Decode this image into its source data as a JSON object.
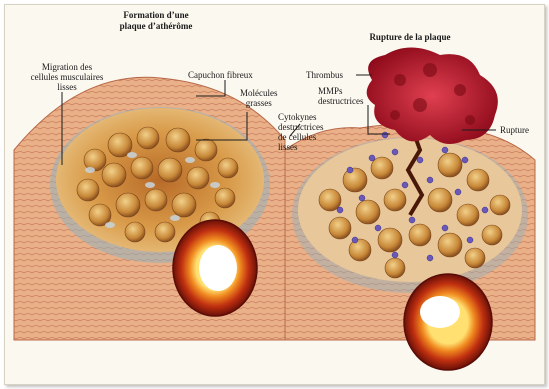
{
  "left_panel": {
    "title_line1": "Formation d’une",
    "title_line2": "plaque d’athérôme",
    "labels": {
      "migration_line1": "Migration des",
      "migration_line2": "cellules musculaires",
      "migration_line3": "lisses",
      "capuchon": "Capuchon fibreux",
      "molecules_line1": "Molécules",
      "molecules_line2": "grasses"
    }
  },
  "right_panel": {
    "title": "Rupture de la plaque",
    "labels": {
      "thrombus": "Thrombus",
      "mmps_line1": "MMPs",
      "mmps_line2": "destructrices",
      "cytokynes_line1": "Cytokynes",
      "cytokynes_line2": "destructrices",
      "cytokynes_line3": "de cellules",
      "cytokynes_line4": "lisses",
      "rupture": "Rupture"
    }
  },
  "colors": {
    "tissue": "#e8a878",
    "tissue_dark": "#c07048",
    "plaque_core": "#c88838",
    "thrombus": "#c02030",
    "mmp": "#6a5ab8"
  }
}
